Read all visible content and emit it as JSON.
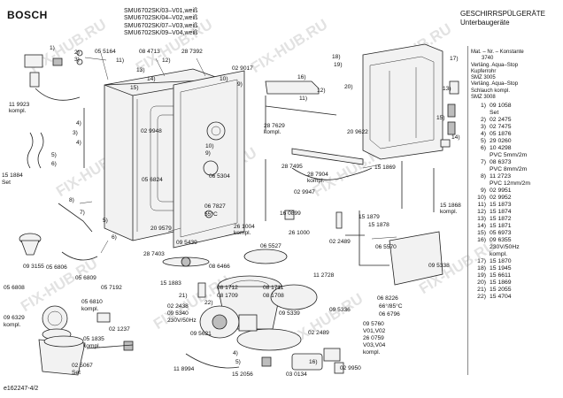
{
  "header": {
    "brand": "BOSCH",
    "models": [
      "SMU6702SK/03–V01,weiß",
      "SMU6702SK/04–V02,weiß",
      "SMU6702SK/07–V03,weiß",
      "SMU6702SK/09–V04,weiß"
    ],
    "title_line1": "GESCHIRRSPÜLGERÄTE",
    "title_line2": "Unterbaugeräte"
  },
  "footer": {
    "diagram_id": "e162247-4/2"
  },
  "watermark": "FIX-HUB.RU",
  "parts_list": {
    "notes": [
      "Mat. – Nr. – Konstante",
      "3740",
      "Verläng. Aqua–Stop",
      "Kupferrohr",
      "SMZ 3005",
      "Verläng. Aqua–Stop",
      "Schlauch kompl.",
      "SMZ 3008"
    ],
    "items": [
      {
        "no": "1)",
        "part": "09 1058",
        "note": "Set"
      },
      {
        "no": "2)",
        "part": "02 2475"
      },
      {
        "no": "3)",
        "part": "02 7475"
      },
      {
        "no": "4)",
        "part": "05 1876"
      },
      {
        "no": "5)",
        "part": "29 0260"
      },
      {
        "no": "6)",
        "part": "10 4298",
        "note": "PVC 5mm/2m"
      },
      {
        "no": "7)",
        "part": "08 6373",
        "note": "PVC 8mm/2m"
      },
      {
        "no": "8)",
        "part": "11 2723",
        "note": "PVC 12mm/2m"
      },
      {
        "no": "9)",
        "part": "02 9951"
      },
      {
        "no": "10)",
        "part": "02 9952"
      },
      {
        "no": "11)",
        "part": "15 1873"
      },
      {
        "no": "12)",
        "part": "15 1874"
      },
      {
        "no": "13)",
        "part": "15 1872"
      },
      {
        "no": "14)",
        "part": "15 1871"
      },
      {
        "no": "15)",
        "part": "05 6973"
      },
      {
        "no": "16)",
        "part": "09 6355",
        "note": "230V/50Hz",
        "note2": "kompl."
      },
      {
        "no": "17)",
        "part": "15 1870"
      },
      {
        "no": "18)",
        "part": "15 1945"
      },
      {
        "no": "19)",
        "part": "15 6611"
      },
      {
        "no": "20)",
        "part": "15 1869"
      },
      {
        "no": "21)",
        "part": "15 2055"
      },
      {
        "no": "22)",
        "part": "15 4704"
      }
    ]
  },
  "callouts": {
    "c1": "1)",
    "c2": "2)",
    "c3": "3)",
    "p055164": "05 5164",
    "p084713": "08 4713",
    "p287392": "28 7392",
    "c11a": "11)",
    "c12a": "12)",
    "c13a": "13)",
    "c14a": "14)",
    "c15a": "15)",
    "c11b": "11)",
    "c12b": "12)",
    "c13b": "13)",
    "c14b": "14)",
    "c15b": "15)",
    "c16": "16)",
    "c17": "17)",
    "c18": "18)",
    "c19": "19)",
    "c20": "20)",
    "p119923": "11 9923",
    "kompl1": "kompl.",
    "p029017": "02 9017",
    "c10a": "10)",
    "c9a": "9)",
    "p029948": "02 9948",
    "p287629": "28 7629",
    "kompl2": "kompl.",
    "p209622": "20 9622",
    "c4a": "4)",
    "c3b": "3)",
    "c4b": "4)",
    "c5b": "5)",
    "c6b": "6)",
    "p151884": "15 1884",
    "set1": "Set",
    "p056824": "05 6824",
    "c10b": "10)",
    "c9b": "9)",
    "p065304": "06 5304",
    "p287495": "28 7495",
    "p029947": "02 9947",
    "p287904": "28 7904",
    "kompl3": "kompl.",
    "p151869": "15 1869",
    "c8": "8)",
    "c7": "7)",
    "c5": "5)",
    "c6": "6)",
    "p209579": "20 9579",
    "p067827": "06 7827",
    "temp55": "55°C",
    "p160899": "16 0899",
    "p151879": "15 1879",
    "p151878": "15 1878",
    "p151868": "15 1868",
    "kompl4": "kompl.",
    "p261004": "26 1004",
    "kompl5": "kompl.",
    "p261000": "26 1000",
    "p065527": "06 5527",
    "p093155": "09 3155",
    "p095439": "09 5439",
    "p022489a": "02 2489",
    "p065570": "06 5570",
    "p095338": "09 5338",
    "p287403": "28 7403",
    "p086466": "08 6466",
    "p151883": "15 1883",
    "c21": "21)",
    "p112728": "11 2728",
    "p056806": "05 6806",
    "p056809": "05 6809",
    "p056808": "05 6808",
    "p057192": "05 7192",
    "p081712": "08 1712",
    "p081711": "08 1711",
    "p081709": "08 1709",
    "p081708": "08 1708",
    "p066226": "06 8226",
    "temp66": "66°/85°C",
    "p066796": "06 6796",
    "p056810": "05 6810",
    "kompl6": "kompl.",
    "p022438": "02 2438",
    "p095340": "09 5340",
    "volt1": "230V/50Hz",
    "c22": "22)",
    "p095339": "09 5339",
    "p095336": "09 5336",
    "p095760": "09 5760",
    "v0102": "V01,V02",
    "p260759": "26 0759",
    "v0304": "V03,V04",
    "kompl7": "kompl.",
    "p096329": "09 6329",
    "kompl8": "kompl.",
    "p021237": "02 1237",
    "p095621": "09 5621",
    "p022489b": "02 2489",
    "p051835": "05 1835",
    "kompl9": "kompl.",
    "p025067": "02 5067",
    "set2": "Set",
    "p118994": "11 8994",
    "c4c": "4)",
    "c5c": "5)",
    "c16b": "16)",
    "p029950": "02 9950",
    "p152056": "15 2056",
    "p030134": "03 0134"
  }
}
